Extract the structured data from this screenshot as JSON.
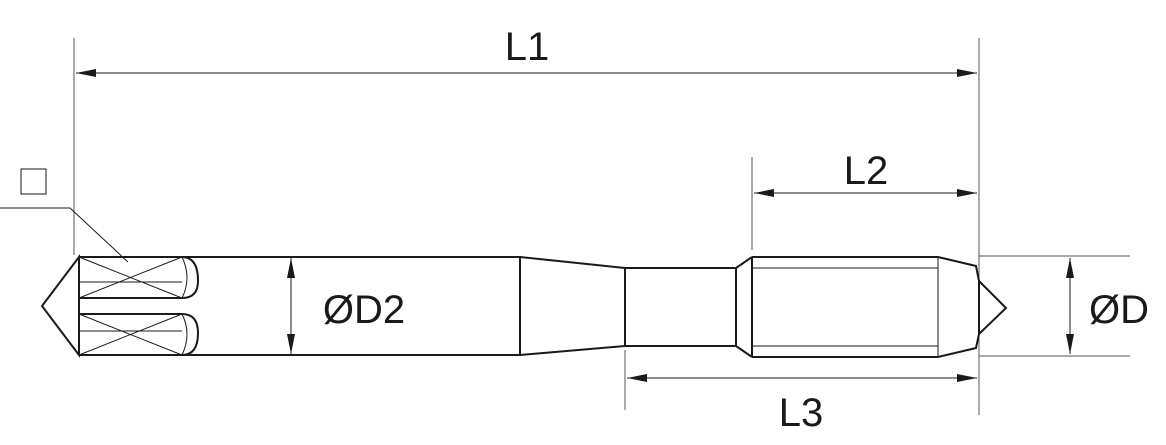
{
  "labels": {
    "overall_length": "L1",
    "thread_length": "L2",
    "neck_length": "L3",
    "shank_diameter": "ØD2",
    "thread_diameter": "ØD"
  },
  "colors": {
    "line": "#1a1a1a",
    "extension": "#555555",
    "background": "#ffffff"
  }
}
